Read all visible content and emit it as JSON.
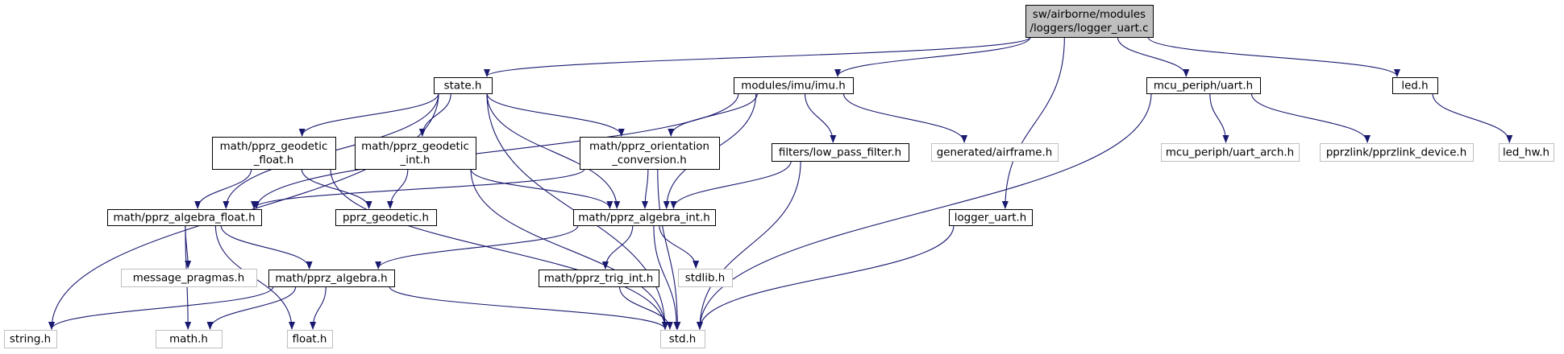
{
  "colors": {
    "edge": "#191970",
    "root_fill": "#bfbfbf",
    "node_border": "#000000",
    "external_border": "#bfbfbf",
    "background": "#ffffff"
  },
  "nodes": [
    {
      "id": "root",
      "kind": "root",
      "lines": [
        "sw/airborne/modules",
        "/loggers/logger_uart.c"
      ]
    },
    {
      "id": "state",
      "kind": "file",
      "lines": [
        "state.h"
      ]
    },
    {
      "id": "imu",
      "kind": "file",
      "lines": [
        "modules/imu/imu.h"
      ]
    },
    {
      "id": "uart",
      "kind": "file",
      "lines": [
        "mcu_periph/uart.h"
      ]
    },
    {
      "id": "led",
      "kind": "file",
      "lines": [
        "led.h"
      ]
    },
    {
      "id": "geodetic_float",
      "kind": "file",
      "lines": [
        "math/pprz_geodetic",
        "_float.h"
      ]
    },
    {
      "id": "geodetic_int",
      "kind": "file",
      "lines": [
        "math/pprz_geodetic",
        "_int.h"
      ]
    },
    {
      "id": "orientation",
      "kind": "file",
      "lines": [
        "math/pprz_orientation",
        "_conversion.h"
      ]
    },
    {
      "id": "lowpass",
      "kind": "file",
      "lines": [
        "filters/low_pass_filter.h"
      ]
    },
    {
      "id": "airframe",
      "kind": "external",
      "lines": [
        "generated/airframe.h"
      ]
    },
    {
      "id": "uart_arch",
      "kind": "external",
      "lines": [
        "mcu_periph/uart_arch.h"
      ]
    },
    {
      "id": "pprzlink_device",
      "kind": "external",
      "lines": [
        "pprzlink/pprzlink_device.h"
      ]
    },
    {
      "id": "led_hw",
      "kind": "external",
      "lines": [
        "led_hw.h"
      ]
    },
    {
      "id": "algebra_float",
      "kind": "file",
      "lines": [
        "math/pprz_algebra_float.h"
      ]
    },
    {
      "id": "geodetic",
      "kind": "file",
      "lines": [
        "pprz_geodetic.h"
      ]
    },
    {
      "id": "algebra_int",
      "kind": "file",
      "lines": [
        "math/pprz_algebra_int.h"
      ]
    },
    {
      "id": "logger_uart",
      "kind": "file",
      "lines": [
        "logger_uart.h"
      ]
    },
    {
      "id": "message_pragmas",
      "kind": "external",
      "lines": [
        "message_pragmas.h"
      ]
    },
    {
      "id": "algebra",
      "kind": "file",
      "lines": [
        "math/pprz_algebra.h"
      ]
    },
    {
      "id": "trig_int",
      "kind": "file",
      "lines": [
        "math/pprz_trig_int.h"
      ]
    },
    {
      "id": "stdlib",
      "kind": "external",
      "lines": [
        "stdlib.h"
      ]
    },
    {
      "id": "string",
      "kind": "external",
      "lines": [
        "string.h"
      ]
    },
    {
      "id": "math",
      "kind": "external",
      "lines": [
        "math.h"
      ]
    },
    {
      "id": "float",
      "kind": "external",
      "lines": [
        "float.h"
      ]
    },
    {
      "id": "std",
      "kind": "external",
      "lines": [
        "std.h"
      ]
    }
  ],
  "edges": [
    [
      "root",
      "state"
    ],
    [
      "root",
      "imu"
    ],
    [
      "root",
      "uart"
    ],
    [
      "root",
      "led"
    ],
    [
      "root",
      "logger_uart"
    ],
    [
      "state",
      "geodetic_float"
    ],
    [
      "state",
      "geodetic_int"
    ],
    [
      "state",
      "orientation"
    ],
    [
      "state",
      "algebra_float"
    ],
    [
      "state",
      "algebra_int"
    ],
    [
      "state",
      "string"
    ],
    [
      "state",
      "std"
    ],
    [
      "imu",
      "orientation"
    ],
    [
      "imu",
      "lowpass"
    ],
    [
      "imu",
      "airframe"
    ],
    [
      "imu",
      "algebra_float"
    ],
    [
      "imu",
      "algebra_int"
    ],
    [
      "uart",
      "uart_arch"
    ],
    [
      "uart",
      "pprzlink_device"
    ],
    [
      "uart",
      "std"
    ],
    [
      "led",
      "led_hw"
    ],
    [
      "geodetic_float",
      "algebra_float"
    ],
    [
      "geodetic_float",
      "geodetic"
    ],
    [
      "geodetic_float",
      "std"
    ],
    [
      "geodetic_int",
      "geodetic"
    ],
    [
      "geodetic_int",
      "algebra_int"
    ],
    [
      "geodetic_int",
      "std"
    ],
    [
      "orientation",
      "algebra_float"
    ],
    [
      "orientation",
      "algebra_int"
    ],
    [
      "orientation",
      "std"
    ],
    [
      "lowpass",
      "algebra_int"
    ],
    [
      "lowpass",
      "std"
    ],
    [
      "algebra_float",
      "message_pragmas"
    ],
    [
      "algebra_float",
      "algebra"
    ],
    [
      "algebra_float",
      "math"
    ],
    [
      "algebra_float",
      "float"
    ],
    [
      "algebra_int",
      "algebra"
    ],
    [
      "algebra_int",
      "trig_int"
    ],
    [
      "algebra_int",
      "stdlib"
    ],
    [
      "algebra_int",
      "std"
    ],
    [
      "logger_uart",
      "std"
    ],
    [
      "algebra",
      "string"
    ],
    [
      "algebra",
      "math"
    ],
    [
      "algebra",
      "float"
    ],
    [
      "algebra",
      "std"
    ],
    [
      "trig_int",
      "std"
    ]
  ]
}
